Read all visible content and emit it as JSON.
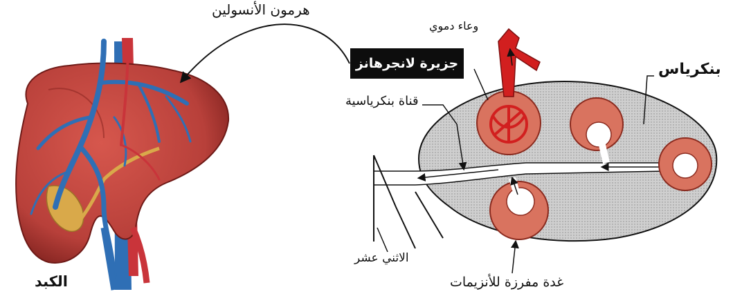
{
  "labels": {
    "insulin_hormone": "هرمون الأنسولين",
    "islet_of_langerhans": "جزيرة لانجرهانز",
    "blood_vessel": "وعاء دموي",
    "pancreatic_duct": "قناة بنكرياسية",
    "pancreas": "بنكرياس",
    "duodenum": "الاثني عشر",
    "exocrine_gland": "غدة مفرزة للأنزيمات",
    "liver": "الكبد"
  },
  "colors": {
    "liver": "#b8403a",
    "liver_dark": "#7a1f1c",
    "vein": "#2f6fb5",
    "artery": "#c9343a",
    "bile": "#d9a94a",
    "pancreas_fill": "#c9c9c9",
    "acinus": "#d9735f",
    "islet_vessel": "#d21f1f"
  }
}
